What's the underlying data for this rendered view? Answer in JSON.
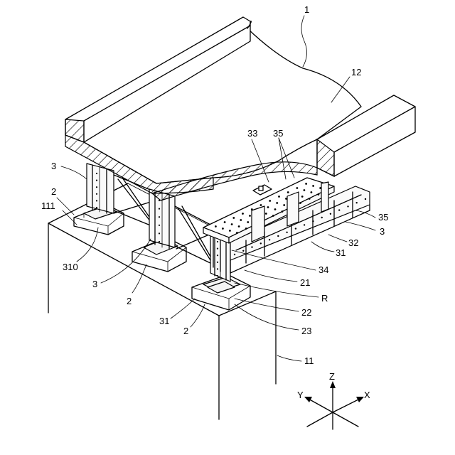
{
  "labels": {
    "l1": "1",
    "l12": "12",
    "l33": "33",
    "l35a": "35",
    "l35b": "35",
    "l3a": "3",
    "l3b": "3",
    "l3c": "3",
    "l2a": "2",
    "l2b": "2",
    "l2c": "2",
    "l111": "111",
    "l310": "310",
    "l32": "32",
    "l31a": "31",
    "l31b": "31",
    "l34": "34",
    "l21": "21",
    "lR": "R",
    "l22": "22",
    "l23": "23",
    "l11": "11"
  },
  "axes": {
    "z": "Z",
    "x": "X",
    "y": "Y"
  }
}
